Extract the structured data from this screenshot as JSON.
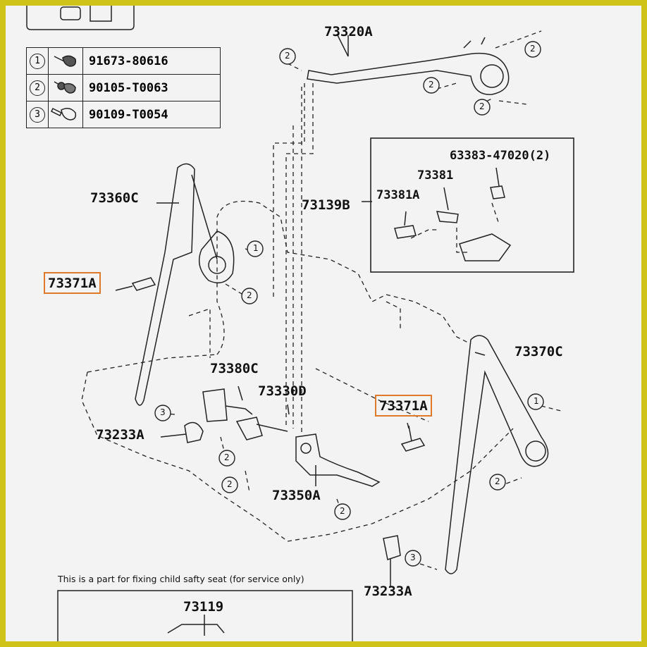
{
  "legend": [
    {
      "ref": "1",
      "part_no": "91673-80616",
      "icon": "bolt-icon"
    },
    {
      "ref": "2",
      "part_no": "90105-T0063",
      "icon": "flange-bolt-icon"
    },
    {
      "ref": "3",
      "part_no": "90109-T0054",
      "icon": "shoulder-bolt-icon"
    }
  ],
  "parts": {
    "p73320A": "73320A",
    "p73360C": "73360C",
    "p73371A_left": "73371A",
    "p73139B": "73139B",
    "p73380C": "73380C",
    "p73330D": "73330D",
    "p73371A_right": "73371A",
    "p73370C": "73370C",
    "p73233A_left": "73233A",
    "p73350A": "73350A",
    "p73233A_right": "73233A",
    "p73119": "73119"
  },
  "inset": {
    "p63383": "63383-47020(2)",
    "p73381": "73381",
    "p73381A": "73381A"
  },
  "callouts": {
    "c1": "1",
    "c2": "2",
    "c3": "3"
  },
  "note": "This is a part for fixing child safty seat (for service only)",
  "highlight_color": "#e07a2a"
}
